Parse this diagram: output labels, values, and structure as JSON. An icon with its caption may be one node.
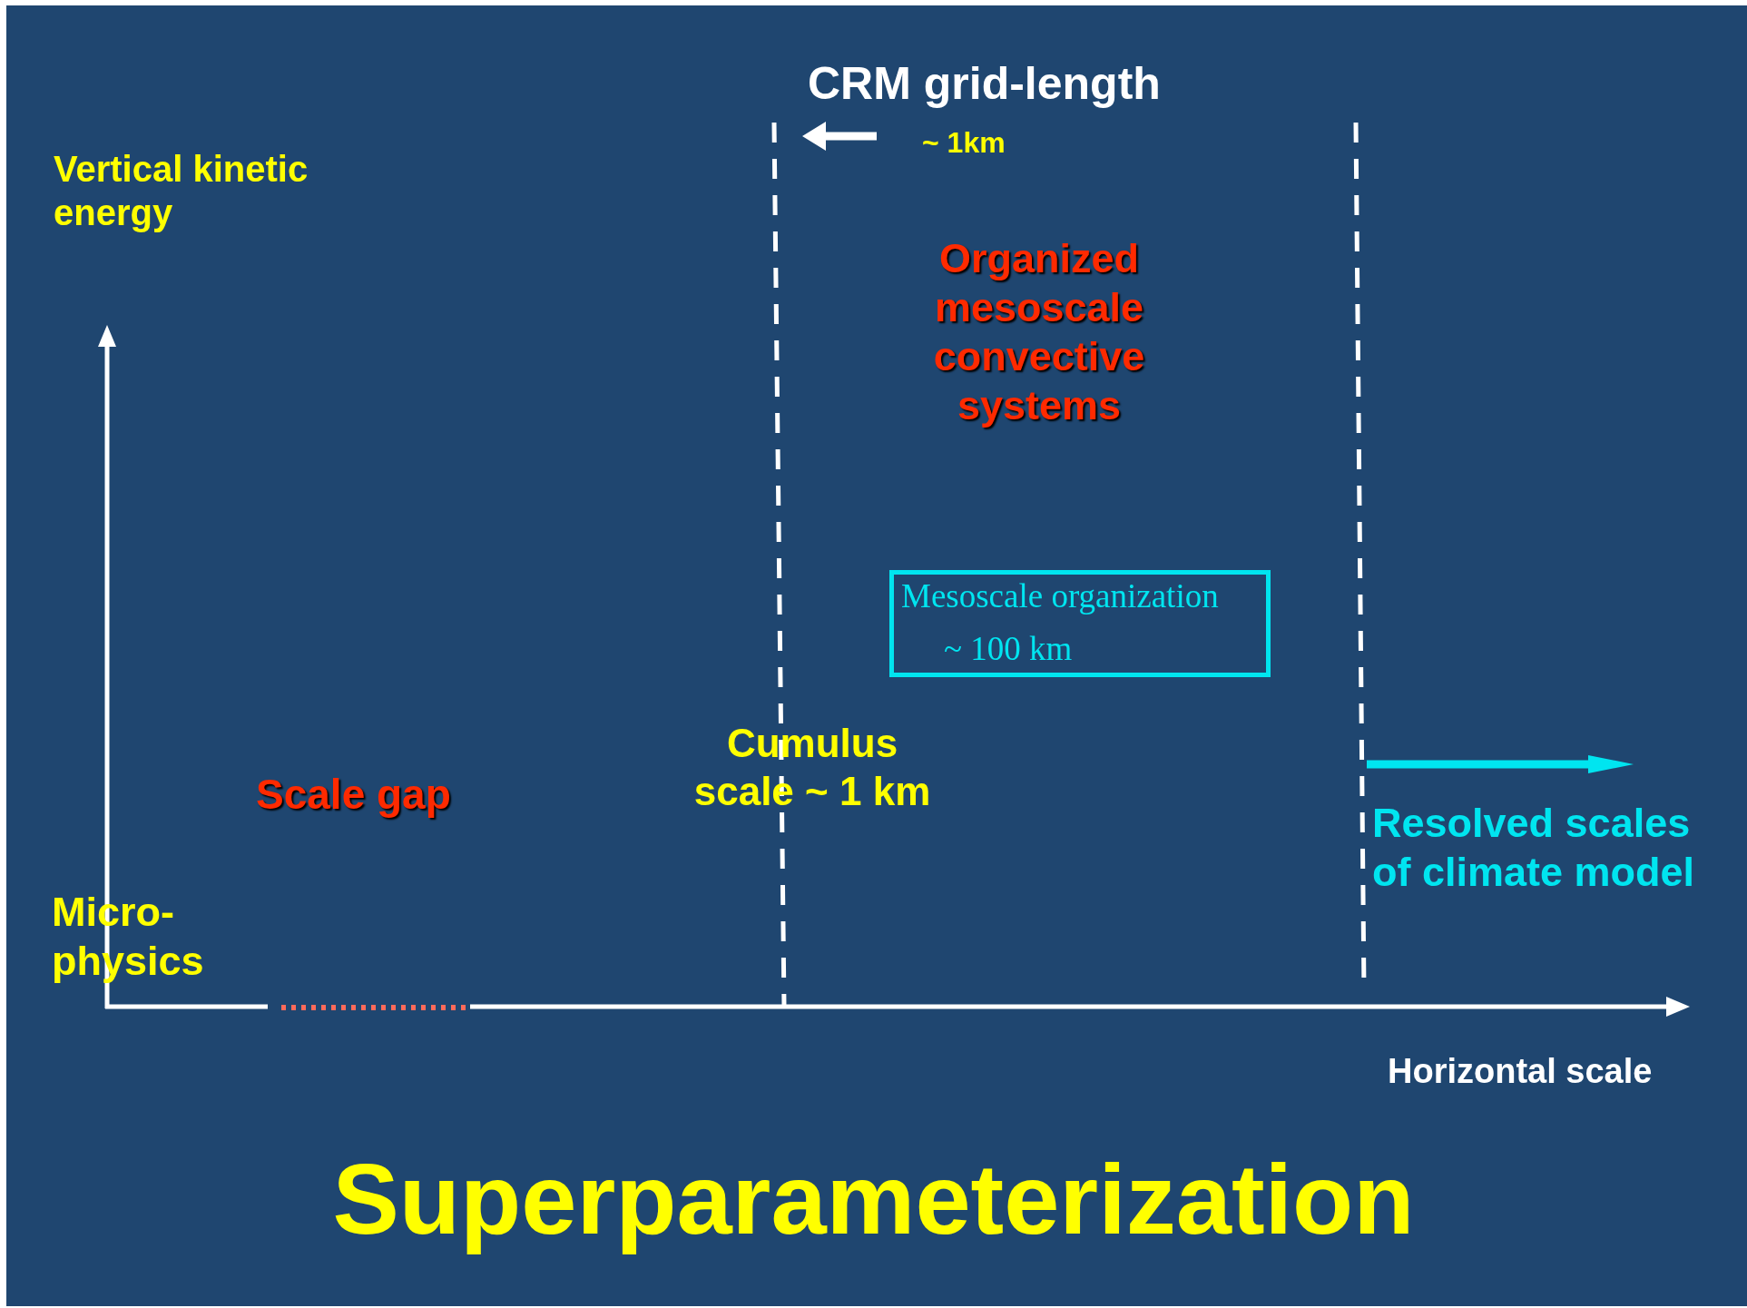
{
  "diagram": {
    "title": "Superparameterization",
    "nodes": [
      {
        "text": [
          "Mesoscale organization",
          "~ 100 km"
        ]
      }
    ],
    "edges": [],
    "labels": [
      "CRM grid-length",
      "~ 1km",
      "Vertical kinetic energy",
      "Organized mesoscale convective systems",
      "Scale gap",
      "Cumulus scale ~ 1 km",
      "Resolved scales of climate model",
      "Micro- physics",
      "Horizontal scale"
    ]
  }
}
